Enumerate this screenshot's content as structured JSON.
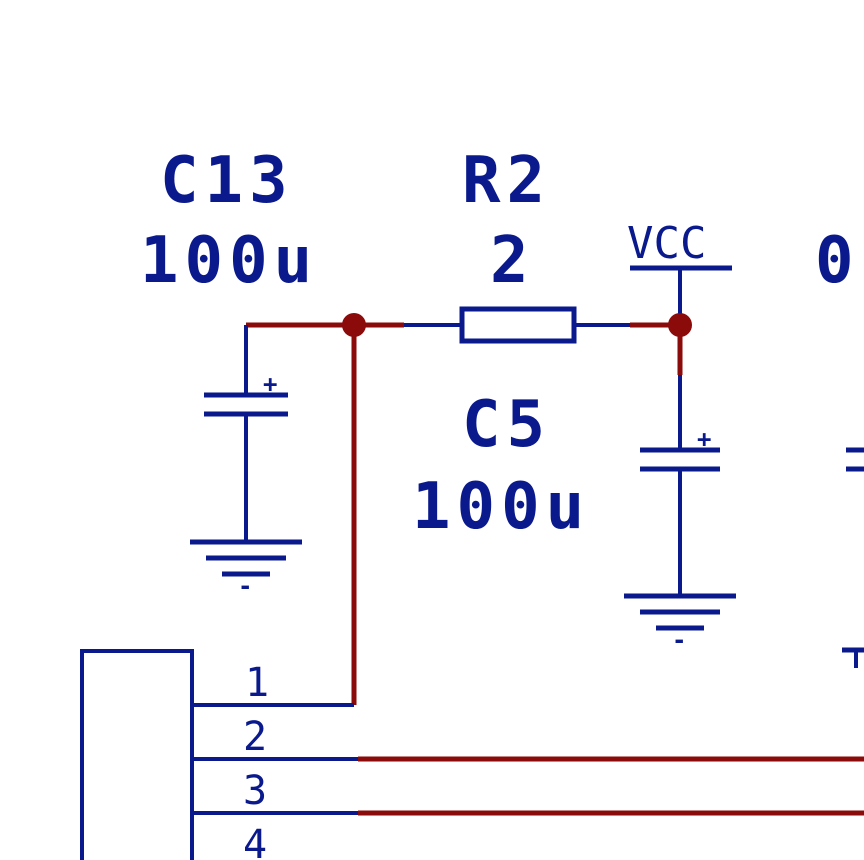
{
  "components": {
    "c13": {
      "ref": "C13",
      "value": "100u"
    },
    "r2": {
      "ref": "R2",
      "value": "2"
    },
    "c5": {
      "ref": "C5",
      "value": "100u"
    }
  },
  "power": {
    "vcc": "VCC"
  },
  "polarity": {
    "plus": "+",
    "minus": "-"
  },
  "cut_label": "0",
  "connector": {
    "pins": [
      "1",
      "2",
      "3",
      "4"
    ]
  },
  "colors": {
    "component": "#0a1a8c",
    "net": "#8b0a0a",
    "background": "#ffffff"
  }
}
